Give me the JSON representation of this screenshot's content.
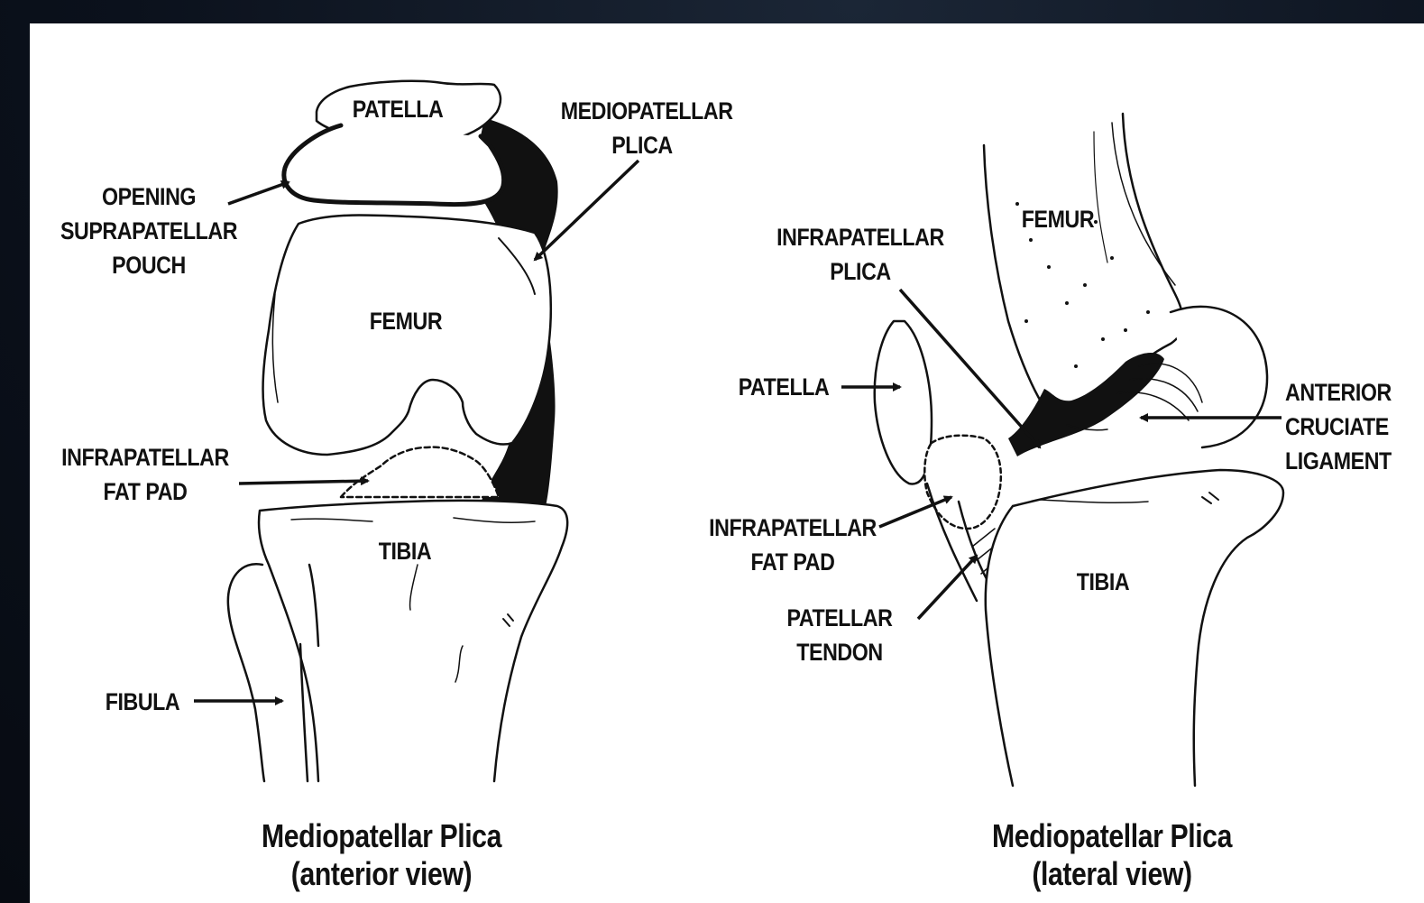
{
  "anterior": {
    "patella": "PATELLA",
    "mediopatellar_plica": [
      "MEDIOPATELLAR",
      "PLICA"
    ],
    "suprapatellar_pouch": [
      "OPENING",
      "SUPRAPATELLAR",
      "POUCH"
    ],
    "femur": "FEMUR",
    "fat_pad": [
      "INFRAPATELLAR",
      "FAT PAD"
    ],
    "tibia": "TIBIA",
    "fibula": "FIBULA",
    "caption": [
      "Mediopatellar Plica",
      "(anterior view)"
    ]
  },
  "lateral": {
    "femur": "FEMUR",
    "infrapatellar_plica": [
      "INFRAPATELLAR",
      "PLICA"
    ],
    "patella": "PATELLA",
    "acl": [
      "ANTERIOR",
      "CRUCIATE",
      "LIGAMENT"
    ],
    "fat_pad": [
      "INFRAPATELLAR",
      "FAT PAD"
    ],
    "patellar_tendon": [
      "PATELLAR",
      "TENDON"
    ],
    "tibia": "TIBIA",
    "caption": [
      "Mediopatellar Plica",
      "(lateral view)"
    ]
  },
  "colors": {
    "background": "#0b111c",
    "panel": "#ffffff",
    "ink": "#111111"
  }
}
